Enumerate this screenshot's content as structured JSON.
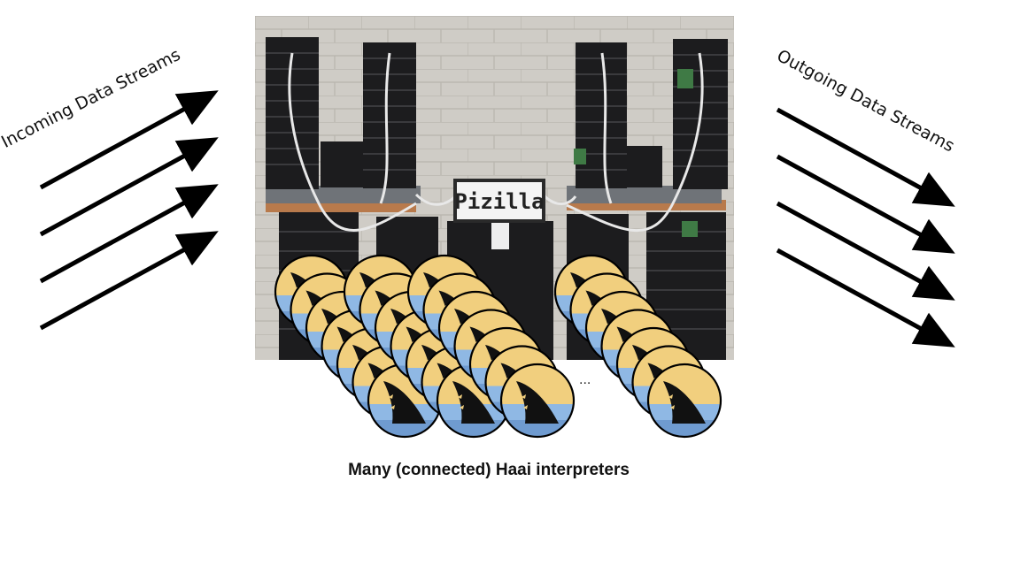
{
  "incoming_label": "Incoming Data Streams",
  "outgoing_label": "Outgoing Data Streams",
  "photo_sign_text": "Pizilla",
  "ellipsis": "...",
  "caption": "Many (connected) Haai interpreters",
  "colors": {
    "arrow": "#000000",
    "logo_sky": "#f1cf7e",
    "logo_water": "#8fb8e4",
    "logo_fin": "#111111",
    "photo_wall": "#c9c6c0",
    "photo_unit": "#1c1c1e",
    "photo_shelf": "#b87a4c"
  },
  "icons": {
    "incoming_arrow": "arrow-icon",
    "outgoing_arrow": "arrow-icon",
    "haai": "shark-fin-logo-icon"
  }
}
